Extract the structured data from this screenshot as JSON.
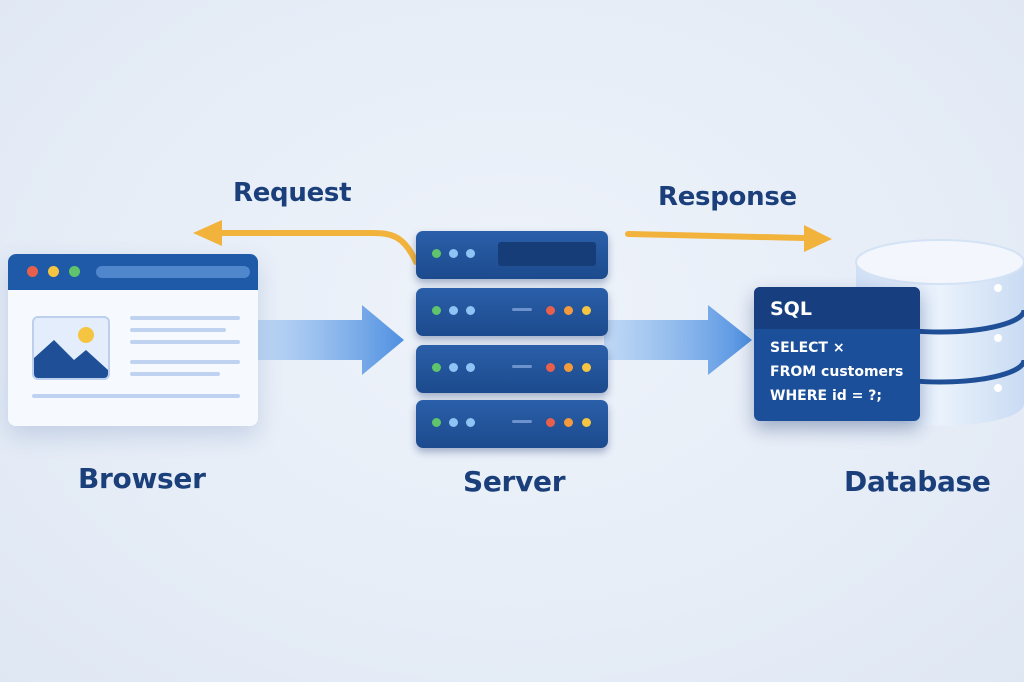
{
  "labels": {
    "request": "Request",
    "response": "Response",
    "browser": "Browser",
    "server": "Server",
    "database": "Database"
  },
  "sql": {
    "title": "SQL",
    "lines": [
      "SELECT  ×",
      "FROM customers",
      "WHERE  id = ?;"
    ]
  },
  "colors": {
    "navy": "#1b3f7a",
    "server_blue": "#1f4f97",
    "arrow_blue": "#5b9be6",
    "arrow_orange": "#f2b33d",
    "led_green": "#5fc46b",
    "led_blue": "#8fc3f5",
    "led_red": "#e8604c",
    "led_orange": "#f39a3c",
    "led_yellow": "#f5c542"
  },
  "icons": [
    "browser-window-icon",
    "image-icon",
    "server-rack-icon",
    "database-cylinder-icon",
    "sql-card-icon"
  ]
}
